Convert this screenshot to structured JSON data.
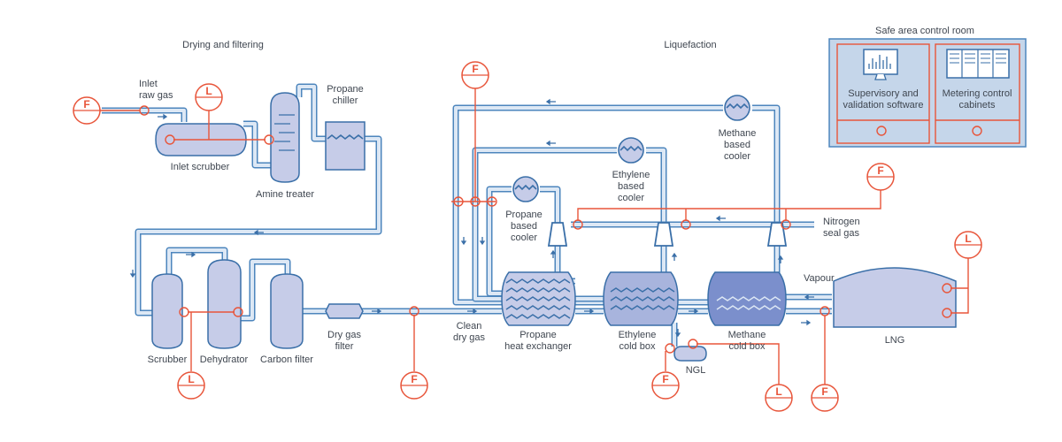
{
  "sections": {
    "drying": "Drying and filtering",
    "liquefaction": "Liquefaction",
    "control_room": "Safe area control room"
  },
  "labels": {
    "inlet_raw_gas_1": "Inlet",
    "inlet_raw_gas_2": "raw gas",
    "inlet_scrubber": "Inlet scrubber",
    "amine_treater": "Amine treater",
    "propane_chiller_1": "Propane",
    "propane_chiller_2": "chiller",
    "scrubber": "Scrubber",
    "dehydrator": "Dehydrator",
    "carbon_filter": "Carbon filter",
    "dry_gas_filter_1": "Dry gas",
    "dry_gas_filter_2": "filter",
    "clean_dry_gas_1": "Clean",
    "clean_dry_gas_2": "dry gas",
    "propane_hx_1": "Propane",
    "propane_hx_2": "heat exchanger",
    "ethylene_box_1": "Ethylene",
    "ethylene_box_2": "cold box",
    "methane_box_1": "Methane",
    "methane_box_2": "cold box",
    "ngl": "NGL",
    "lng": "LNG",
    "vapour": "Vapour",
    "nitrogen_1": "Nitrogen",
    "nitrogen_2": "seal gas",
    "propane_cooler_1": "Propane",
    "propane_cooler_2": "based",
    "propane_cooler_3": "cooler",
    "ethylene_cooler_1": "Ethylene",
    "ethylene_cooler_2": "based",
    "ethylene_cooler_3": "cooler",
    "methane_cooler_1": "Methane",
    "methane_cooler_2": "based",
    "methane_cooler_3": "cooler",
    "supervisory_1": "Supervisory and",
    "supervisory_2": "validation software",
    "metering_1": "Metering control",
    "metering_2": "cabinets"
  },
  "instruments": {
    "flow": "F",
    "level": "L"
  },
  "colors": {
    "pipe": "#4d86bd",
    "pipe_fill": "#dde8f5",
    "vessel": "#c6cce8",
    "signal": "#e8553a",
    "control_room_bg": "#c5d6ea",
    "text": "#3f4650"
  }
}
